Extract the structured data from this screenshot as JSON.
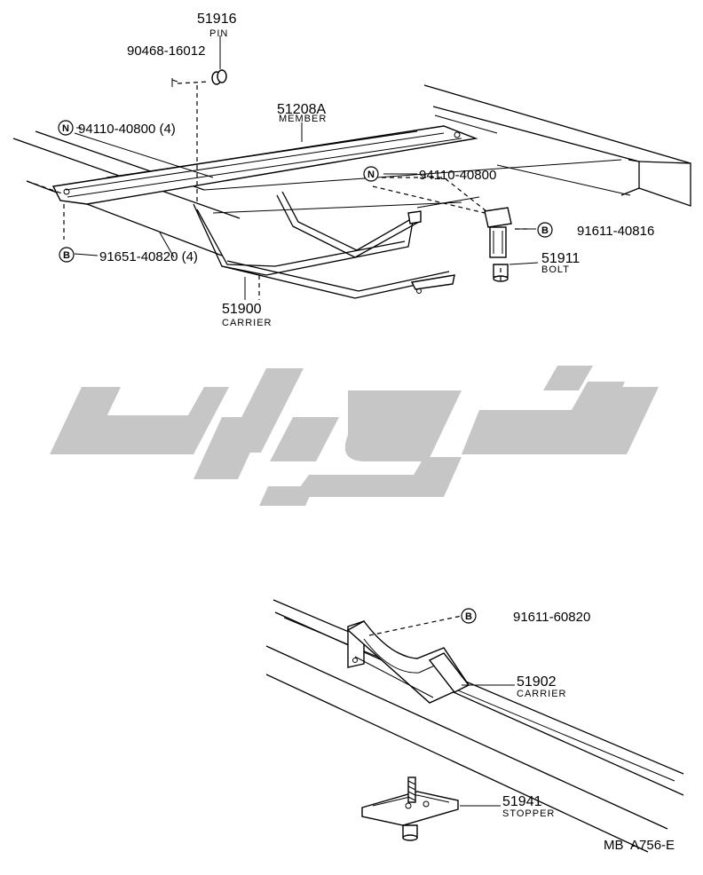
{
  "callouts": [
    {
      "id": "c1",
      "number": "51916",
      "name": "PIN"
    },
    {
      "id": "c2",
      "part_no": "90468-16012"
    },
    {
      "id": "c3",
      "number": "51208A",
      "name": "MEMBER"
    },
    {
      "id": "c4",
      "badge": "N",
      "part_no": "94110-40800 (4)"
    },
    {
      "id": "c5",
      "badge": "N",
      "part_no": "94110-40800"
    },
    {
      "id": "c6",
      "badge": "B",
      "part_no": "91611-40816"
    },
    {
      "id": "c7",
      "number": "51911",
      "name": "BOLT"
    },
    {
      "id": "c8",
      "badge": "B",
      "part_no": "91651-40820 (4)"
    },
    {
      "id": "c9",
      "number": "51900",
      "name": "CARRIER"
    },
    {
      "id": "c10",
      "badge": "B",
      "part_no": "91611-60820"
    },
    {
      "id": "c11",
      "number": "51902",
      "name": "CARRIER"
    },
    {
      "id": "c12",
      "number": "51941",
      "name": "STOPPER"
    }
  ],
  "figure_code": "MB  A756-E",
  "watermark": {
    "description_color": "#c6c6c6"
  }
}
